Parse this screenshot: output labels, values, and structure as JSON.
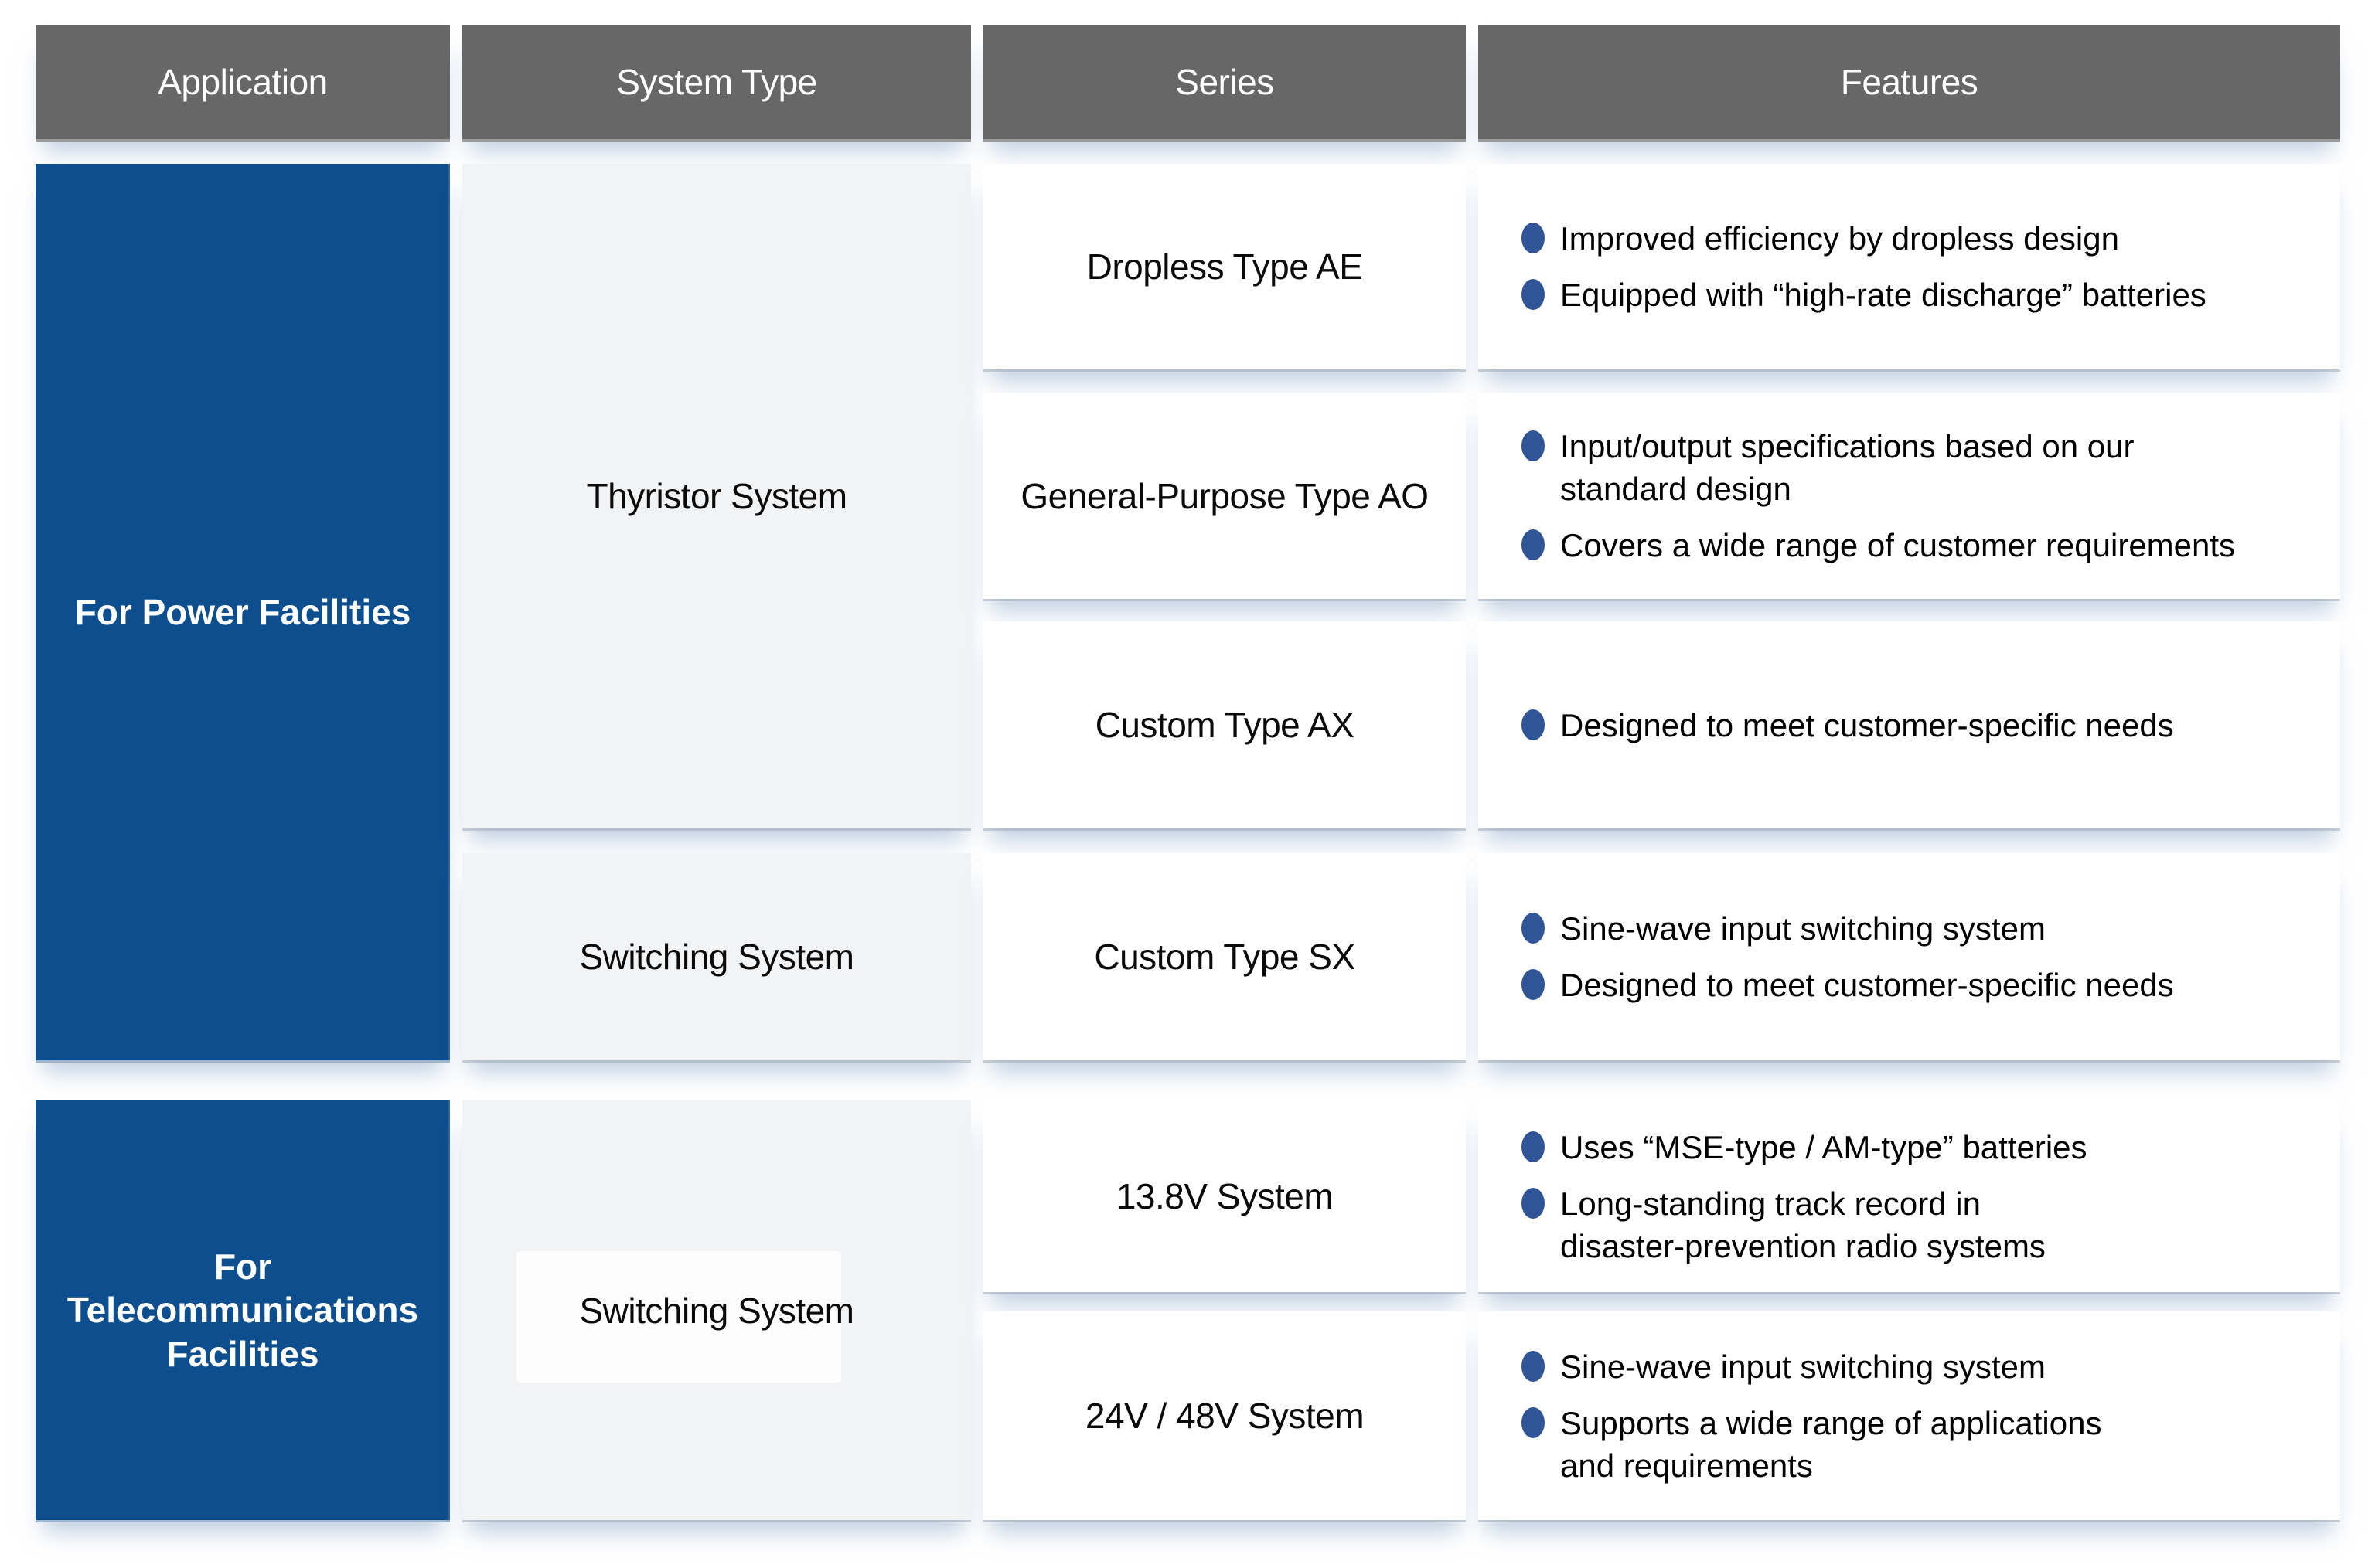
{
  "table": {
    "columns": [
      "Application",
      "System Type",
      "Series",
      "Features"
    ],
    "applications": [
      {
        "label": "For Power Facilities"
      },
      {
        "label": "For\nTelecommunications\nFacilities"
      }
    ],
    "system_types": [
      {
        "label": "Thyristor System"
      },
      {
        "label": "Switching System"
      },
      {
        "label": "Switching System"
      }
    ],
    "rows": [
      {
        "series": "Dropless Type AE",
        "features": [
          "Improved efficiency by dropless design",
          "Equipped with “high-rate discharge” batteries"
        ]
      },
      {
        "series": "General-Purpose Type AO",
        "features": [
          "Input/output specifications based on our\nstandard design",
          "Covers a wide range of customer requirements"
        ]
      },
      {
        "series": "Custom Type AX",
        "features": [
          "Designed to meet customer-specific needs"
        ]
      },
      {
        "series": "Custom Type SX",
        "features": [
          "Sine-wave input switching system",
          "Designed to meet customer-specific needs"
        ]
      },
      {
        "series": "13.8V System",
        "features": [
          "Uses “MSE-type / AM-type” batteries",
          "Long-standing track record in\ndisaster-prevention radio systems"
        ]
      },
      {
        "series": "24V / 48V System",
        "features": [
          "Sine-wave input switching system",
          "Supports a wide range of applications\nand requirements"
        ]
      }
    ]
  },
  "colors": {
    "header_bg": "#676767",
    "header_text": "#ffffff",
    "application_bg": "#0d4e8e",
    "application_text": "#ffffff",
    "system_type_bg": "#f2f3f5",
    "row_cell_bg": "#ffffff",
    "bullet": "#2f5597",
    "body_text": "#000000",
    "shadow_glow": "#8da9ca"
  }
}
